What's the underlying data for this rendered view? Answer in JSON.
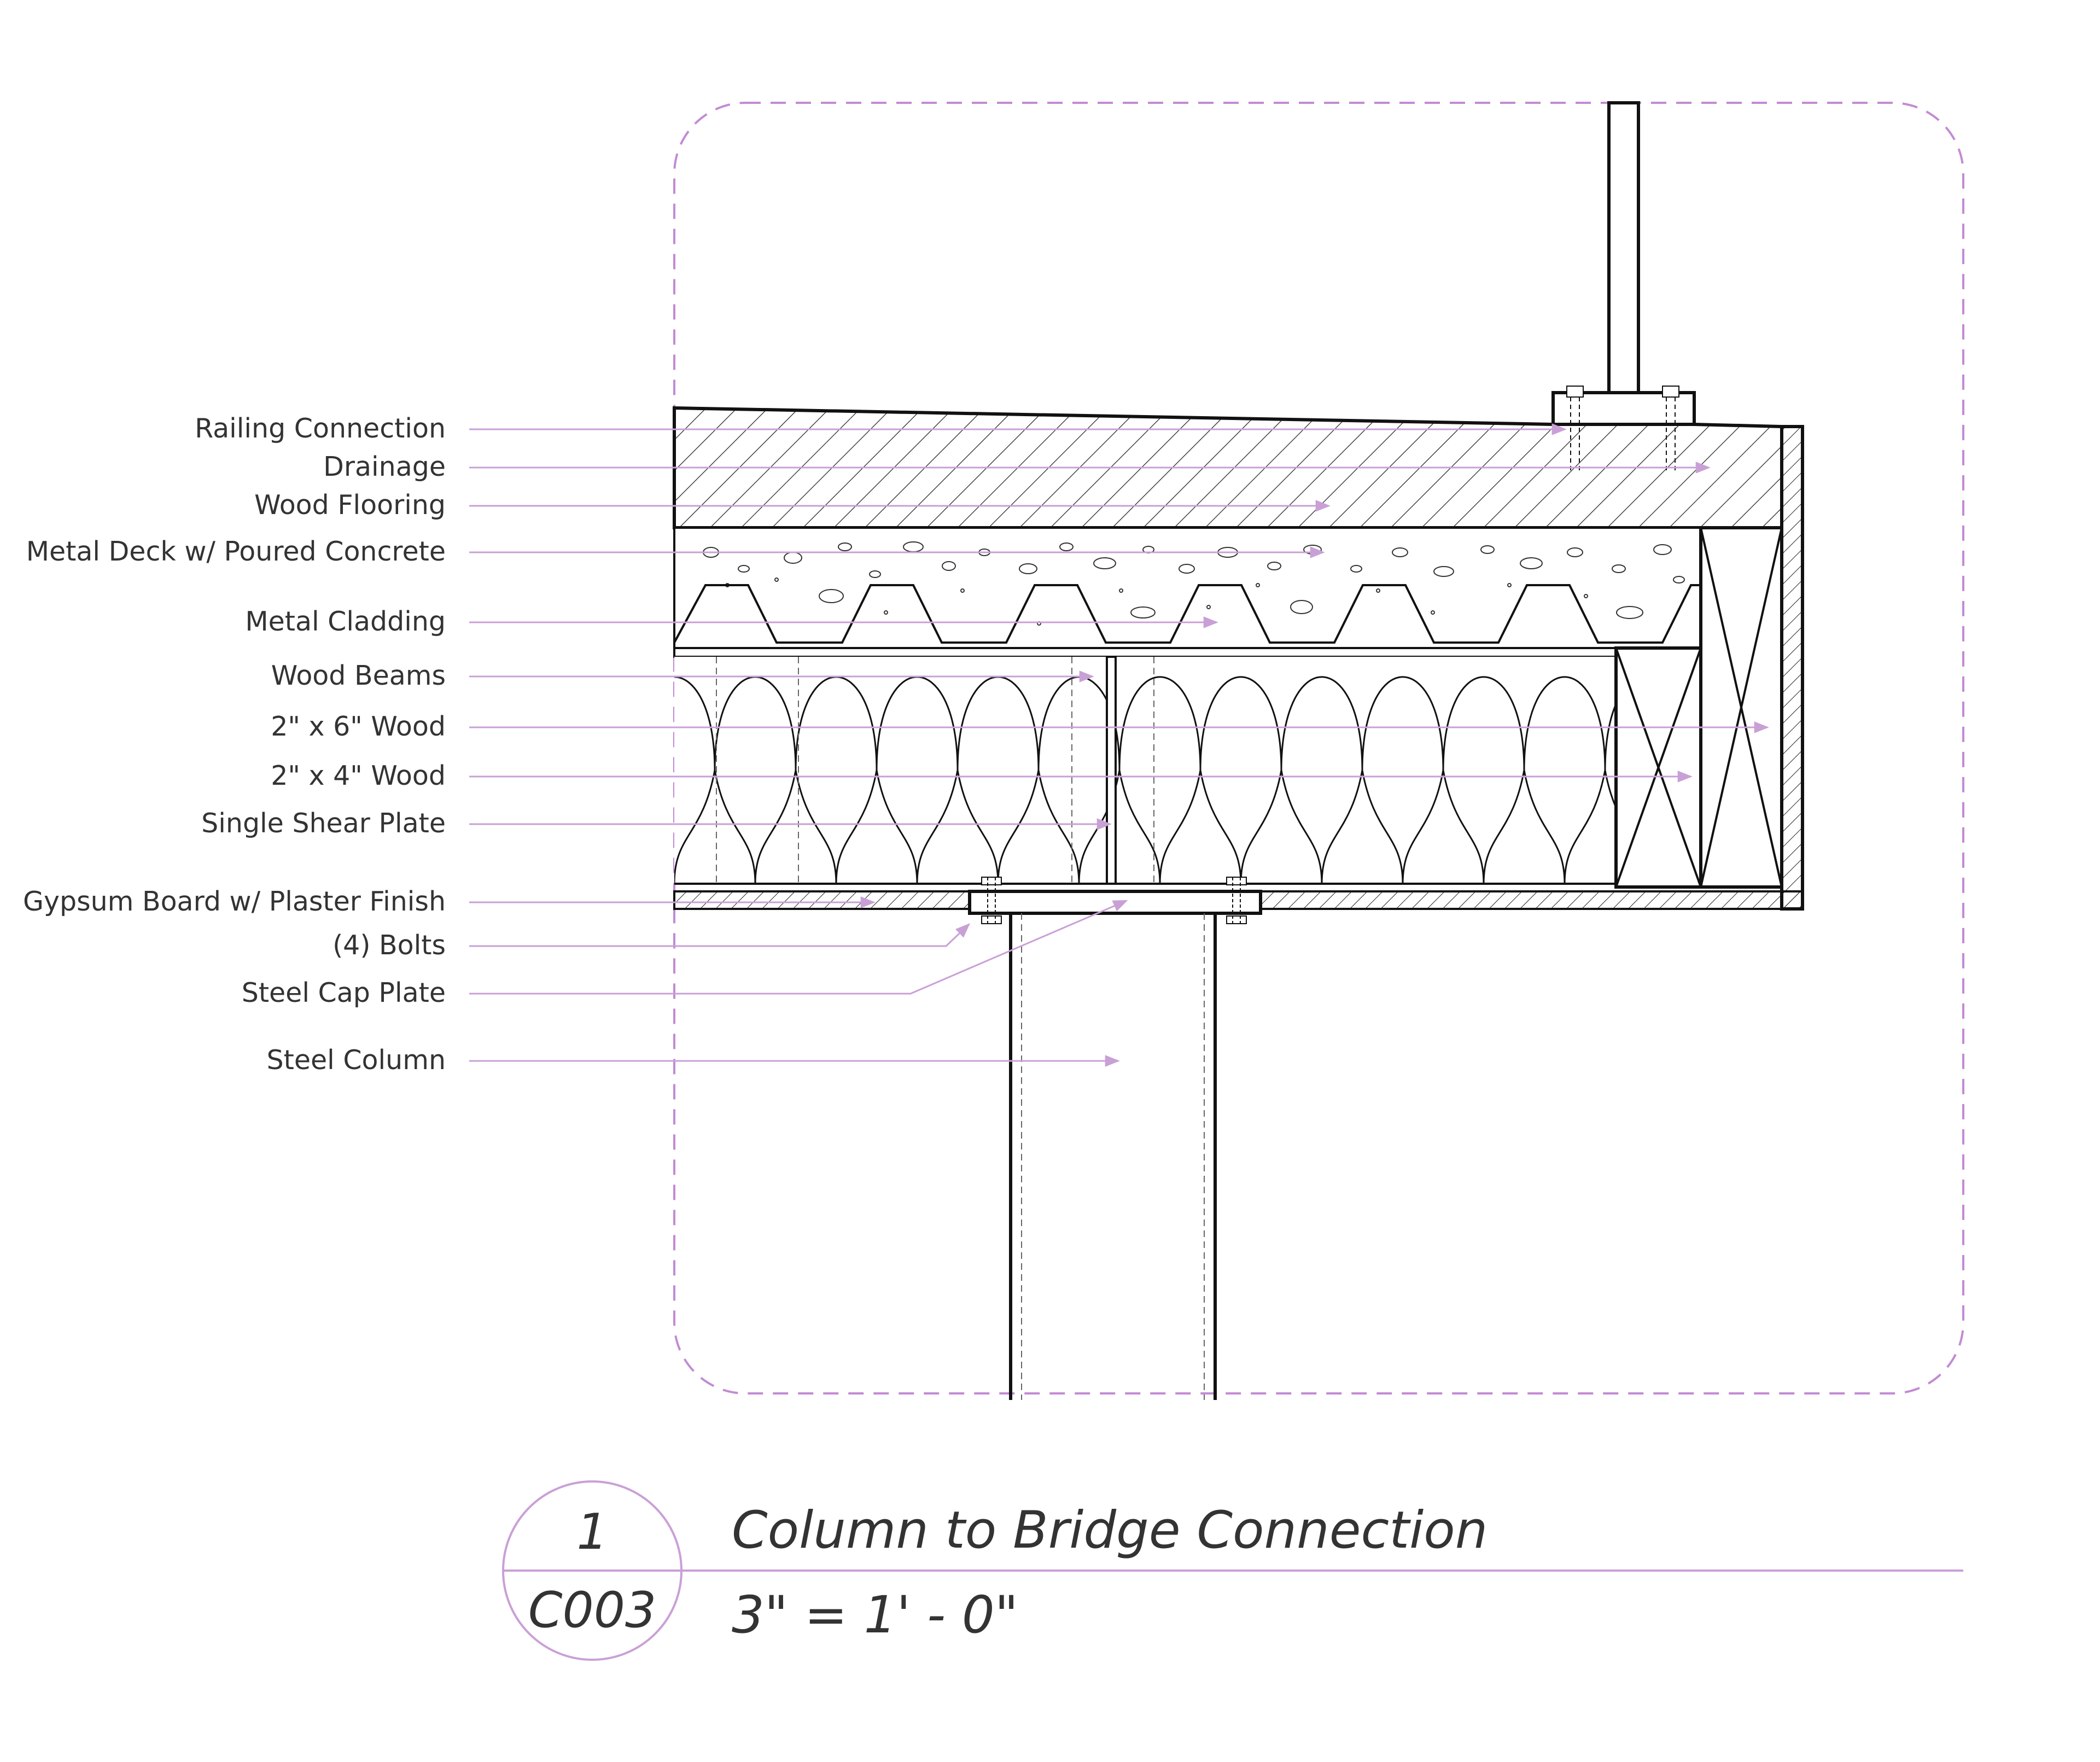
{
  "labels": {
    "railing_connection": "Railing Connection",
    "drainage": "Drainage",
    "wood_flooring": "Wood Flooring",
    "metal_deck": "Metal Deck w/ Poured Concrete",
    "metal_cladding": "Metal Cladding",
    "wood_beams": "Wood Beams",
    "wood_2x6": "2\" x 6\" Wood",
    "wood_2x4": "2\" x 4\" Wood",
    "single_shear_plate": "Single Shear Plate",
    "gypsum_board": "Gypsum Board w/ Plaster Finish",
    "bolts": "(4) Bolts",
    "steel_cap_plate": "Steel Cap Plate",
    "steel_column": "Steel Column"
  },
  "title_block": {
    "detail_number": "1",
    "sheet_number": "C003",
    "title": "Column to Bridge Connection",
    "scale": "3\" = 1' - 0\""
  },
  "colors": {
    "accent": "#c9a0d6",
    "border_dash": "#c28bd3",
    "line": "#111111",
    "text": "#333333"
  }
}
